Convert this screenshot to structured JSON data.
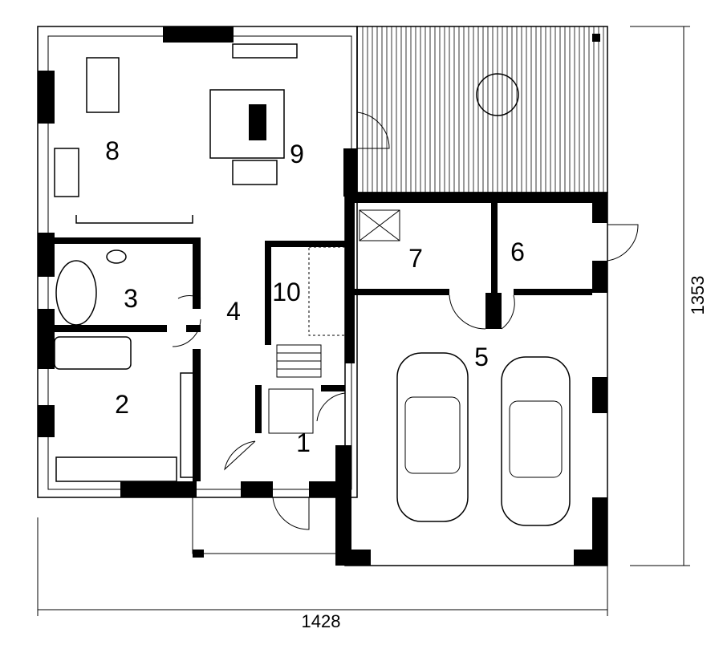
{
  "plan": {
    "rooms": [
      {
        "number": "1"
      },
      {
        "number": "2"
      },
      {
        "number": "3"
      },
      {
        "number": "4"
      },
      {
        "number": "5"
      },
      {
        "number": "6"
      },
      {
        "number": "7"
      },
      {
        "number": "8"
      },
      {
        "number": "9"
      },
      {
        "number": "10"
      }
    ],
    "dimensions": {
      "width": "1428",
      "height": "1353"
    }
  }
}
